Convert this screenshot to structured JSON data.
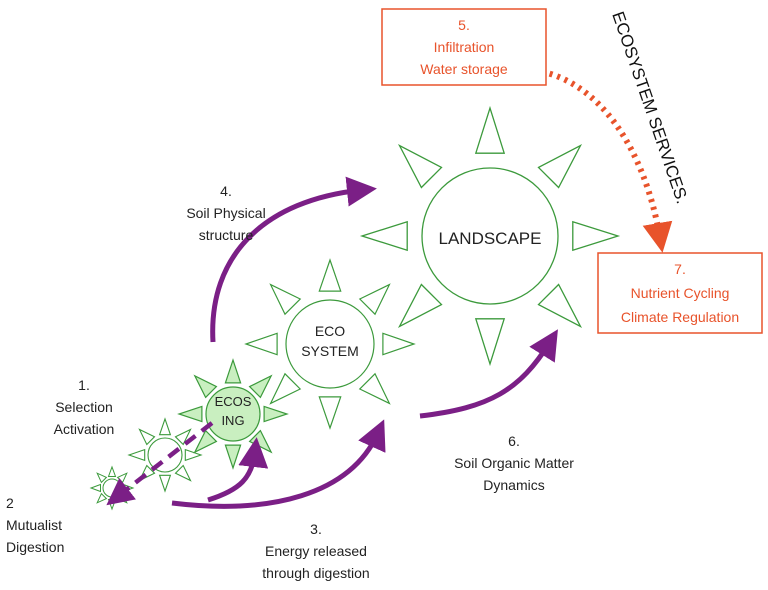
{
  "colors": {
    "sun_stroke": "#3c9a3c",
    "sun_fill_highlight": "#c9efc0",
    "arrow_purple": "#7b1f86",
    "service_red": "#e8532b"
  },
  "suns": {
    "landscape": {
      "label": "LANDSCAPE"
    },
    "ecosystem": {
      "label_line1": "ECO",
      "label_line2": "SYSTEM"
    },
    "ecosing": {
      "label_line1": "ECOS",
      "label_line2": "ING"
    },
    "small_a": {
      "label": ""
    },
    "small_b": {
      "label": ""
    }
  },
  "labels": {
    "step1": {
      "number": "1.",
      "line1": "Selection",
      "line2": "Activation"
    },
    "step2": {
      "number": "2",
      "line1": "Mutualist",
      "line2": "Digestion"
    },
    "step3": {
      "number": "3.",
      "line1": "Energy released",
      "line2": "through digestion"
    },
    "step4": {
      "number": "4.",
      "line1": "Soil Physical",
      "line2": "structure"
    },
    "step5": {
      "number": "5.",
      "line1": "Infiltration",
      "line2": "Water storage"
    },
    "step6": {
      "number": "6.",
      "line1": "Soil Organic Matter",
      "line2": "Dynamics"
    },
    "step7": {
      "number": "7.",
      "line1": "Nutrient Cycling",
      "line2": "Climate Regulation"
    },
    "services_title": "ECOSYSTEM SERVICES."
  }
}
